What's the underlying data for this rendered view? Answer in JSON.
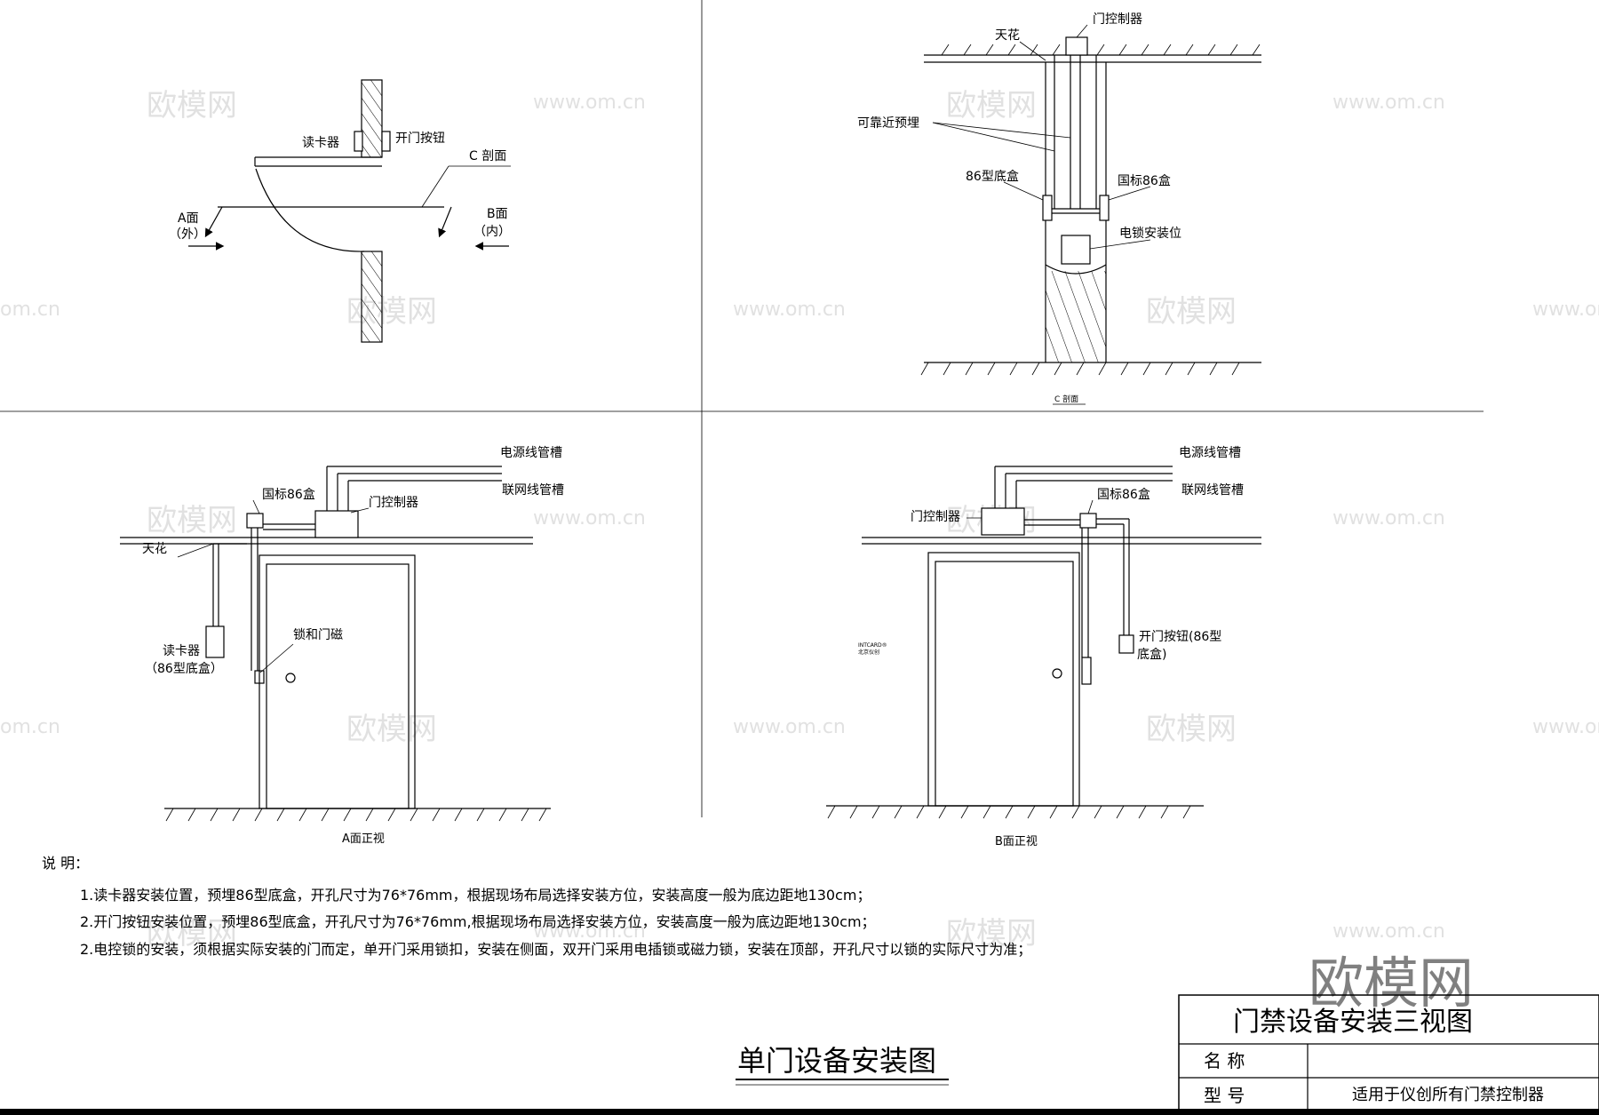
{
  "watermarks": {
    "brand": "欧模网",
    "url": "www.om.cn",
    "url_partial": "om.cn"
  },
  "big_logo": "欧模网",
  "top_left": {
    "card_reader": "读卡器",
    "open_button": "开门按钮",
    "section_c": "C 剖面",
    "face_a": "A面",
    "face_a_sub": "（外）",
    "face_b": "B面",
    "face_b_sub": "（内）"
  },
  "top_right": {
    "ceiling": "天花",
    "controller": "门控制器",
    "embed_near": "可靠近预埋",
    "box86_type": "86型底盒",
    "gb86": "国标86盒",
    "lock_pos": "电锁安装位",
    "caption": "C 剖面"
  },
  "bottom_left": {
    "power_duct": "电源线管槽",
    "network_duct": "联网线管槽",
    "gb86": "国标86盒",
    "controller": "门控制器",
    "ceiling": "天花",
    "lock_mag": "锁和门磁",
    "reader": "读卡器",
    "reader_box": "（86型底盒）",
    "caption": "A面正视"
  },
  "bottom_right": {
    "power_duct": "电源线管槽",
    "network_duct": "联网线管槽",
    "gb86": "国标86盒",
    "controller": "门控制器",
    "open_button": "开门按钮(86型",
    "open_button_box": "底盒)",
    "brand_small_1": "INTCARD®",
    "brand_small_2": "北京仪创",
    "caption": "B面正视"
  },
  "notes": {
    "title": "说  明：",
    "items": [
      "1.读卡器安装位置，预埋86型底盒，开孔尺寸为76*76mm，根据现场布局选择安装方位，安装高度一般为底边距地130cm；",
      "2.开门按钮安装位置，预埋86型底盒，开孔尺寸为76*76mm,根据现场布局选择安装方位，安装高度一般为底边距地130cm；",
      "2.电控锁的安装，须根据实际安装的门而定，单开门采用锁扣，安装在侧面，双开门采用电插锁或磁力锁，安装在顶部，开孔尺寸以锁的实际尺寸为准；"
    ]
  },
  "main_title": "单门设备安装图",
  "title_block": {
    "heading": "门禁设备安装三视图",
    "name_label": "名    称",
    "name_value": "",
    "model_label": "型    号",
    "model_value": "适用于仪创所有门禁控制器"
  }
}
